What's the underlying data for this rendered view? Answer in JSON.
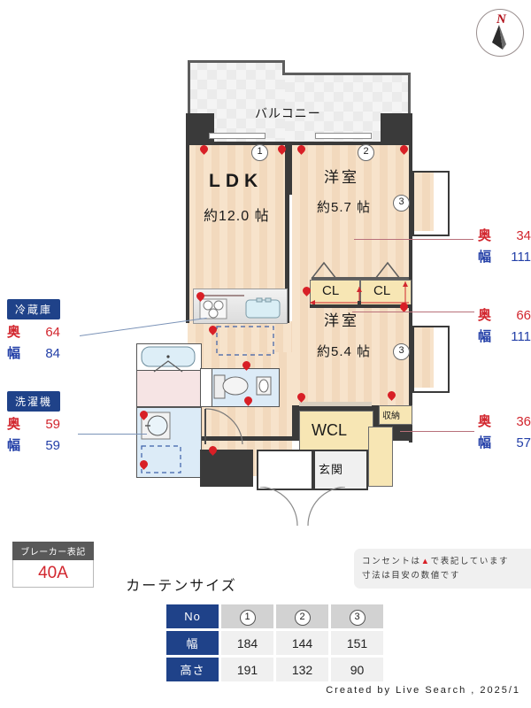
{
  "compass": {
    "north_label": "N"
  },
  "plan": {
    "balcony_label": "バルコニー",
    "rooms": [
      {
        "name": "LDK",
        "area": "約12.0 帖"
      },
      {
        "name": "洋室",
        "area": "約5.7 帖"
      },
      {
        "name": "洋室",
        "area": "約5.4 帖"
      }
    ],
    "closet_left": "CL",
    "closet_right": "CL",
    "wcl": "WCL",
    "storage": "収納",
    "entrance": "玄関",
    "window_markers": [
      "1",
      "2",
      "3",
      "3"
    ]
  },
  "dimension_tags": {
    "fridge": {
      "title": "冷蔵庫",
      "depth_label": "奥",
      "depth": "64",
      "width_label": "幅",
      "width": "84"
    },
    "washer": {
      "title": "洗濯機",
      "depth_label": "奥",
      "depth": "59",
      "width_label": "幅",
      "width": "59"
    },
    "right_top": {
      "depth_label": "奥",
      "depth": "34",
      "width_label": "幅",
      "width": "111"
    },
    "right_middle": {
      "depth_label": "奥",
      "depth": "66",
      "width_label": "幅",
      "width": "111"
    },
    "right_bottom": {
      "depth_label": "奥",
      "depth": "36",
      "width_label": "幅",
      "width": "57"
    }
  },
  "breaker": {
    "title": "ブレーカー表記",
    "value": "40A"
  },
  "note": {
    "line1_prefix": "コンセントは",
    "line1_symbol": "▲",
    "line1_suffix": "で表記しています",
    "line2": "寸法は目安の数値です"
  },
  "curtain": {
    "title": "カーテンサイズ",
    "row_headers": [
      "No",
      "幅",
      "高さ"
    ],
    "columns": [
      "1",
      "2",
      "3"
    ],
    "width_values": [
      "184",
      "144",
      "151"
    ],
    "height_values": [
      "191",
      "132",
      "90"
    ]
  },
  "footer": {
    "credit": "Created by Live Search , 2025/1"
  },
  "colors": {
    "header_blue": "#1f4289",
    "depth_red": "#d2262e",
    "width_blue": "#2440a8",
    "socket_red": "#d81f26",
    "floor_beige": "#f7e3cb",
    "closet_yellow": "#f7e6b4",
    "wall_dark": "#3a3a3a"
  }
}
